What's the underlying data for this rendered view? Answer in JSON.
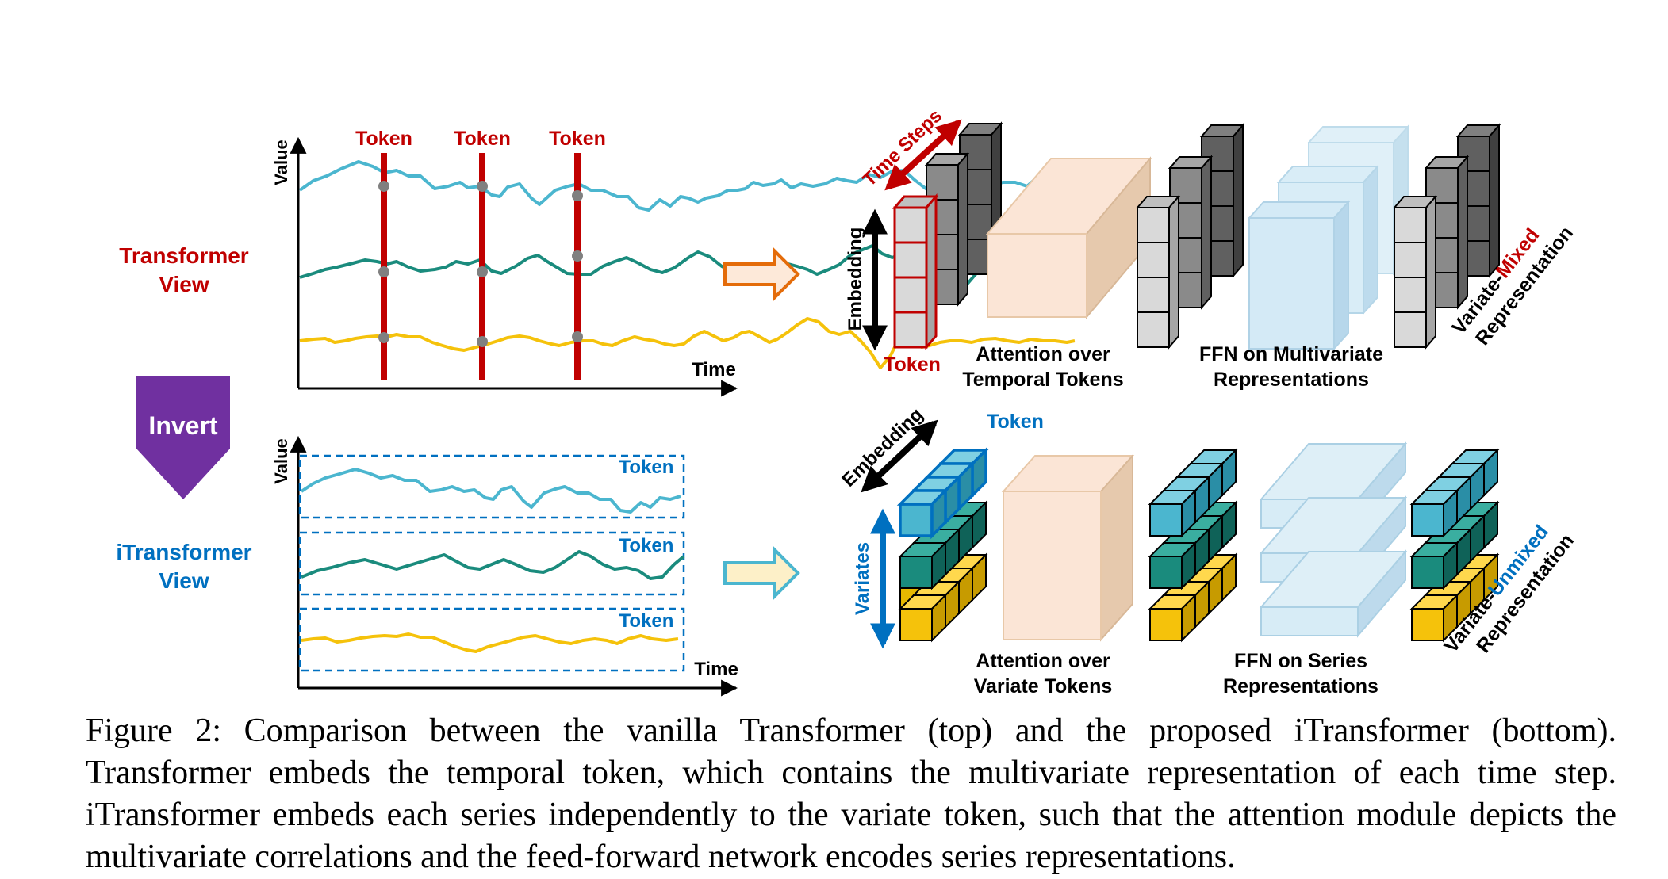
{
  "figure": {
    "token_label": "Token",
    "value_axis": "Value",
    "time_axis": "Time",
    "transformer_view": [
      "Transformer",
      "View"
    ],
    "itransformer_view": [
      "iTransformer",
      "View"
    ],
    "invert_label": "Invert",
    "time_steps_label": "Time Steps",
    "embedding_label": "Embedding",
    "variates_label": "Variates",
    "top_attention": [
      "Attention over",
      "Temporal Tokens"
    ],
    "top_ffn": [
      "FFN on Multivariate",
      "Representations"
    ],
    "top_rep_prefix": "Variate-",
    "top_rep_highlight": "Mixed",
    "top_rep_line2": "Representation",
    "bottom_attention": [
      "Attention over",
      "Variate Tokens"
    ],
    "bottom_ffn": [
      "FFN on Series",
      "Representations"
    ],
    "bottom_rep_prefix": "Variate-",
    "bottom_rep_highlight": "Unmixed",
    "bottom_rep_line2": "Representation"
  },
  "colors": {
    "red": "#c00000",
    "blue": "#0070c0",
    "purple": "#7030a0",
    "series_light_blue": "#4bb6cf",
    "series_teal": "#1a8b7d",
    "series_yellow": "#f5c20b"
  },
  "caption": "Figure 2: Comparison between the vanilla Transformer (top) and the proposed iTransformer (bottom). Transformer embeds the temporal token, which contains the multivariate representation of each time step. iTransformer embeds each series independently to the variate token, such that the attention module depicts the multivariate correlations and the feed-forward network encodes series representations."
}
